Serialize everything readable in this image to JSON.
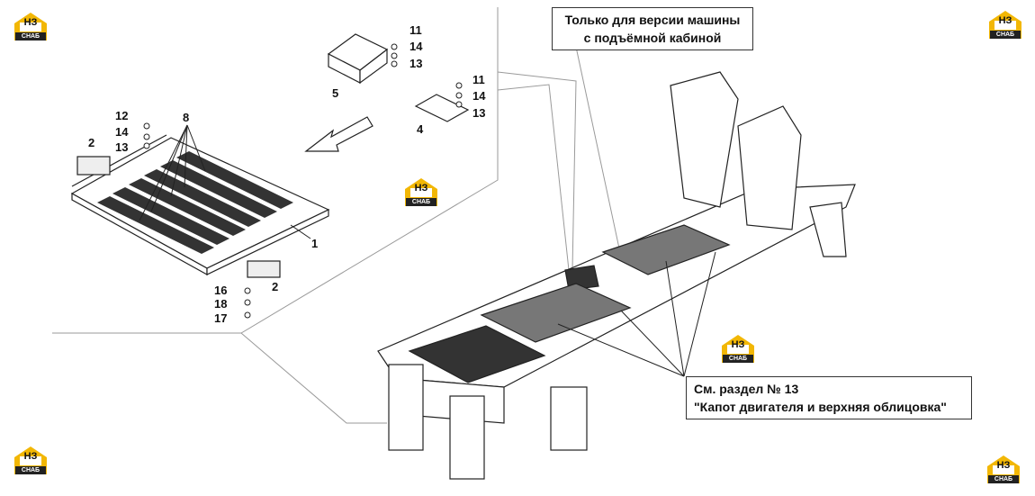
{
  "callouts": {
    "cab_version": [
      "Только для версии машины",
      "с подъёмной кабиной"
    ],
    "see_section": [
      "См. раздел № 13",
      "\"Капот двигателя и верхняя облицовка\""
    ]
  },
  "part_numbers": {
    "p1": "1",
    "p2a": "2",
    "p2b": "2",
    "p4": "4",
    "p5": "5",
    "p8": "8",
    "p11a": "11",
    "p14a": "14",
    "p13a": "13",
    "p11b": "11",
    "p14b": "14",
    "p13b": "13",
    "p12": "12",
    "p14c": "14",
    "p13c": "13",
    "p16": "16",
    "p18": "18",
    "p17": "17"
  },
  "watermark": {
    "letters": "НЗ",
    "word": "СНАБ",
    "accent": "#f2b705"
  }
}
